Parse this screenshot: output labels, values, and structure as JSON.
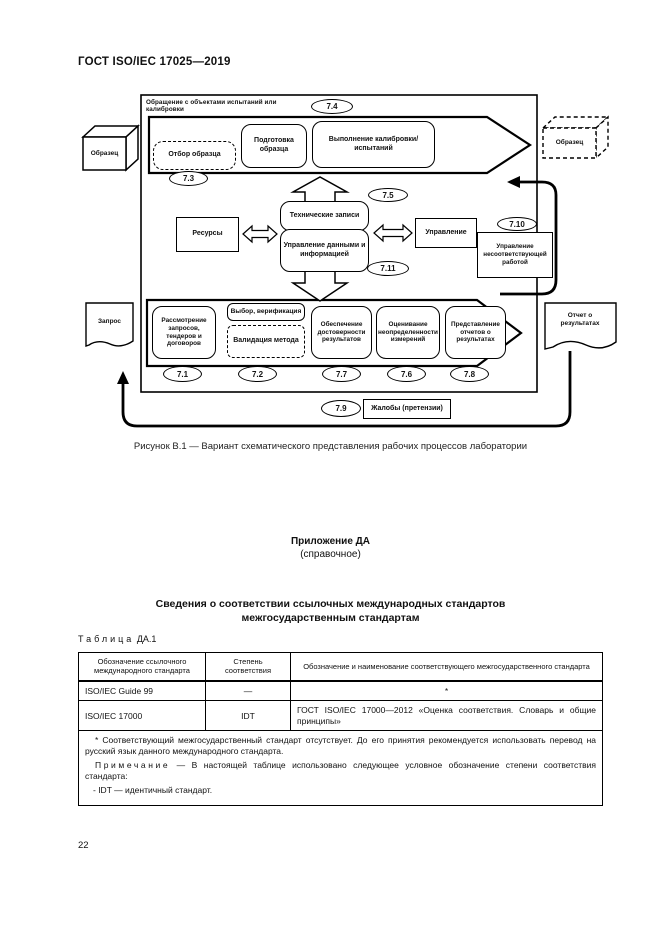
{
  "texts": {
    "doc_header": "ГОСТ ISO/IEC 17025—2019",
    "figure_caption": "Рисунок В.1 — Вариант схематического представления рабочих процессов лаборатории",
    "annex_title": "Приложение ДА",
    "annex_subtitle": "(справочное)",
    "heading_line1": "Сведения о соответствии ссылочных международных стандартов",
    "heading_line2": "межгосударственным стандартам",
    "page_number": "22"
  },
  "diagram": {
    "frame_label": "Обращение с объектами испытаний или калибровки",
    "boxes": {
      "sample_left": "Образец",
      "sampling": "Отбор образца",
      "preparation": "Подготовка образца",
      "performing": "Выполнение калибровки/ испытаний",
      "sample_right": "Образец",
      "tech_records": "Технические записи",
      "data_info": "Управление данными и информацией",
      "resources": "Ресурсы",
      "management": "Управление",
      "nonconforming": "Управление несоответствующей работой",
      "request": "Запрос",
      "report": "Отчет о результатах",
      "review": "Рассмотрение запросов, тендеров и договоров",
      "selection": "Выбор, верификация",
      "validation": "Валидация метода",
      "ensuring": "Обеспечение достоверности результатов",
      "uncertainty": "Оценивание неопределенности измерений",
      "reporting": "Представление отчетов о результатах",
      "complaints": "Жалобы (претензии)"
    },
    "clauses": {
      "c74": "7.4",
      "c73": "7.3",
      "c75": "7.5",
      "c711": "7.11",
      "c710": "7.10",
      "c71": "7.1",
      "c72": "7.2",
      "c77": "7.7",
      "c76": "7.6",
      "c78": "7.8",
      "c79": "7.9"
    }
  },
  "table": {
    "label_word": "Таблица",
    "label_number": "ДА.1",
    "headers": [
      "Обозначение ссылочного международного стандарта",
      "Степень соответствия",
      "Обозначение и наименование соответствующего межгосударственного стандарта"
    ],
    "rows": [
      {
        "c1": "ISO/IEC Guide 99",
        "c2": "—",
        "c3": "*"
      },
      {
        "c1": "ISO/IEC 17000",
        "c2": "IDT",
        "c3": "ГОСТ ISO/IEC 17000—2012 «Оценка соответствия. Словарь и общие принципы»"
      }
    ],
    "footnote": "* Соответствующий межгосударственный стандарт отсутствует. До его принятия рекомендуется использовать перевод на русский язык данного международного стандарта.",
    "note_label": "Примечание",
    "note_rest": " — В настоящей таблице использовано следующее условное обозначение степени соответствия стандарта:",
    "note_item": "- IDT — идентичный стандарт."
  }
}
